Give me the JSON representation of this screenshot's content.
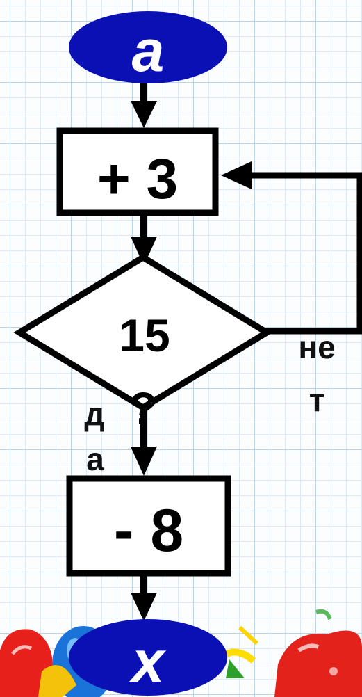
{
  "nodes": {
    "start": "a",
    "add": "+ 3",
    "condition_line1": "15",
    "condition_line2": "?",
    "subtract": "- 8",
    "end": "x"
  },
  "labels": {
    "yes_line1": "д",
    "yes_line2": "а",
    "no_line1": "не",
    "no_line2": "т"
  },
  "colors": {
    "ellipse_fill": "#0a10b4",
    "ellipse_text": "#ffffff",
    "box_text": "#000000",
    "stroke": "#000000"
  }
}
